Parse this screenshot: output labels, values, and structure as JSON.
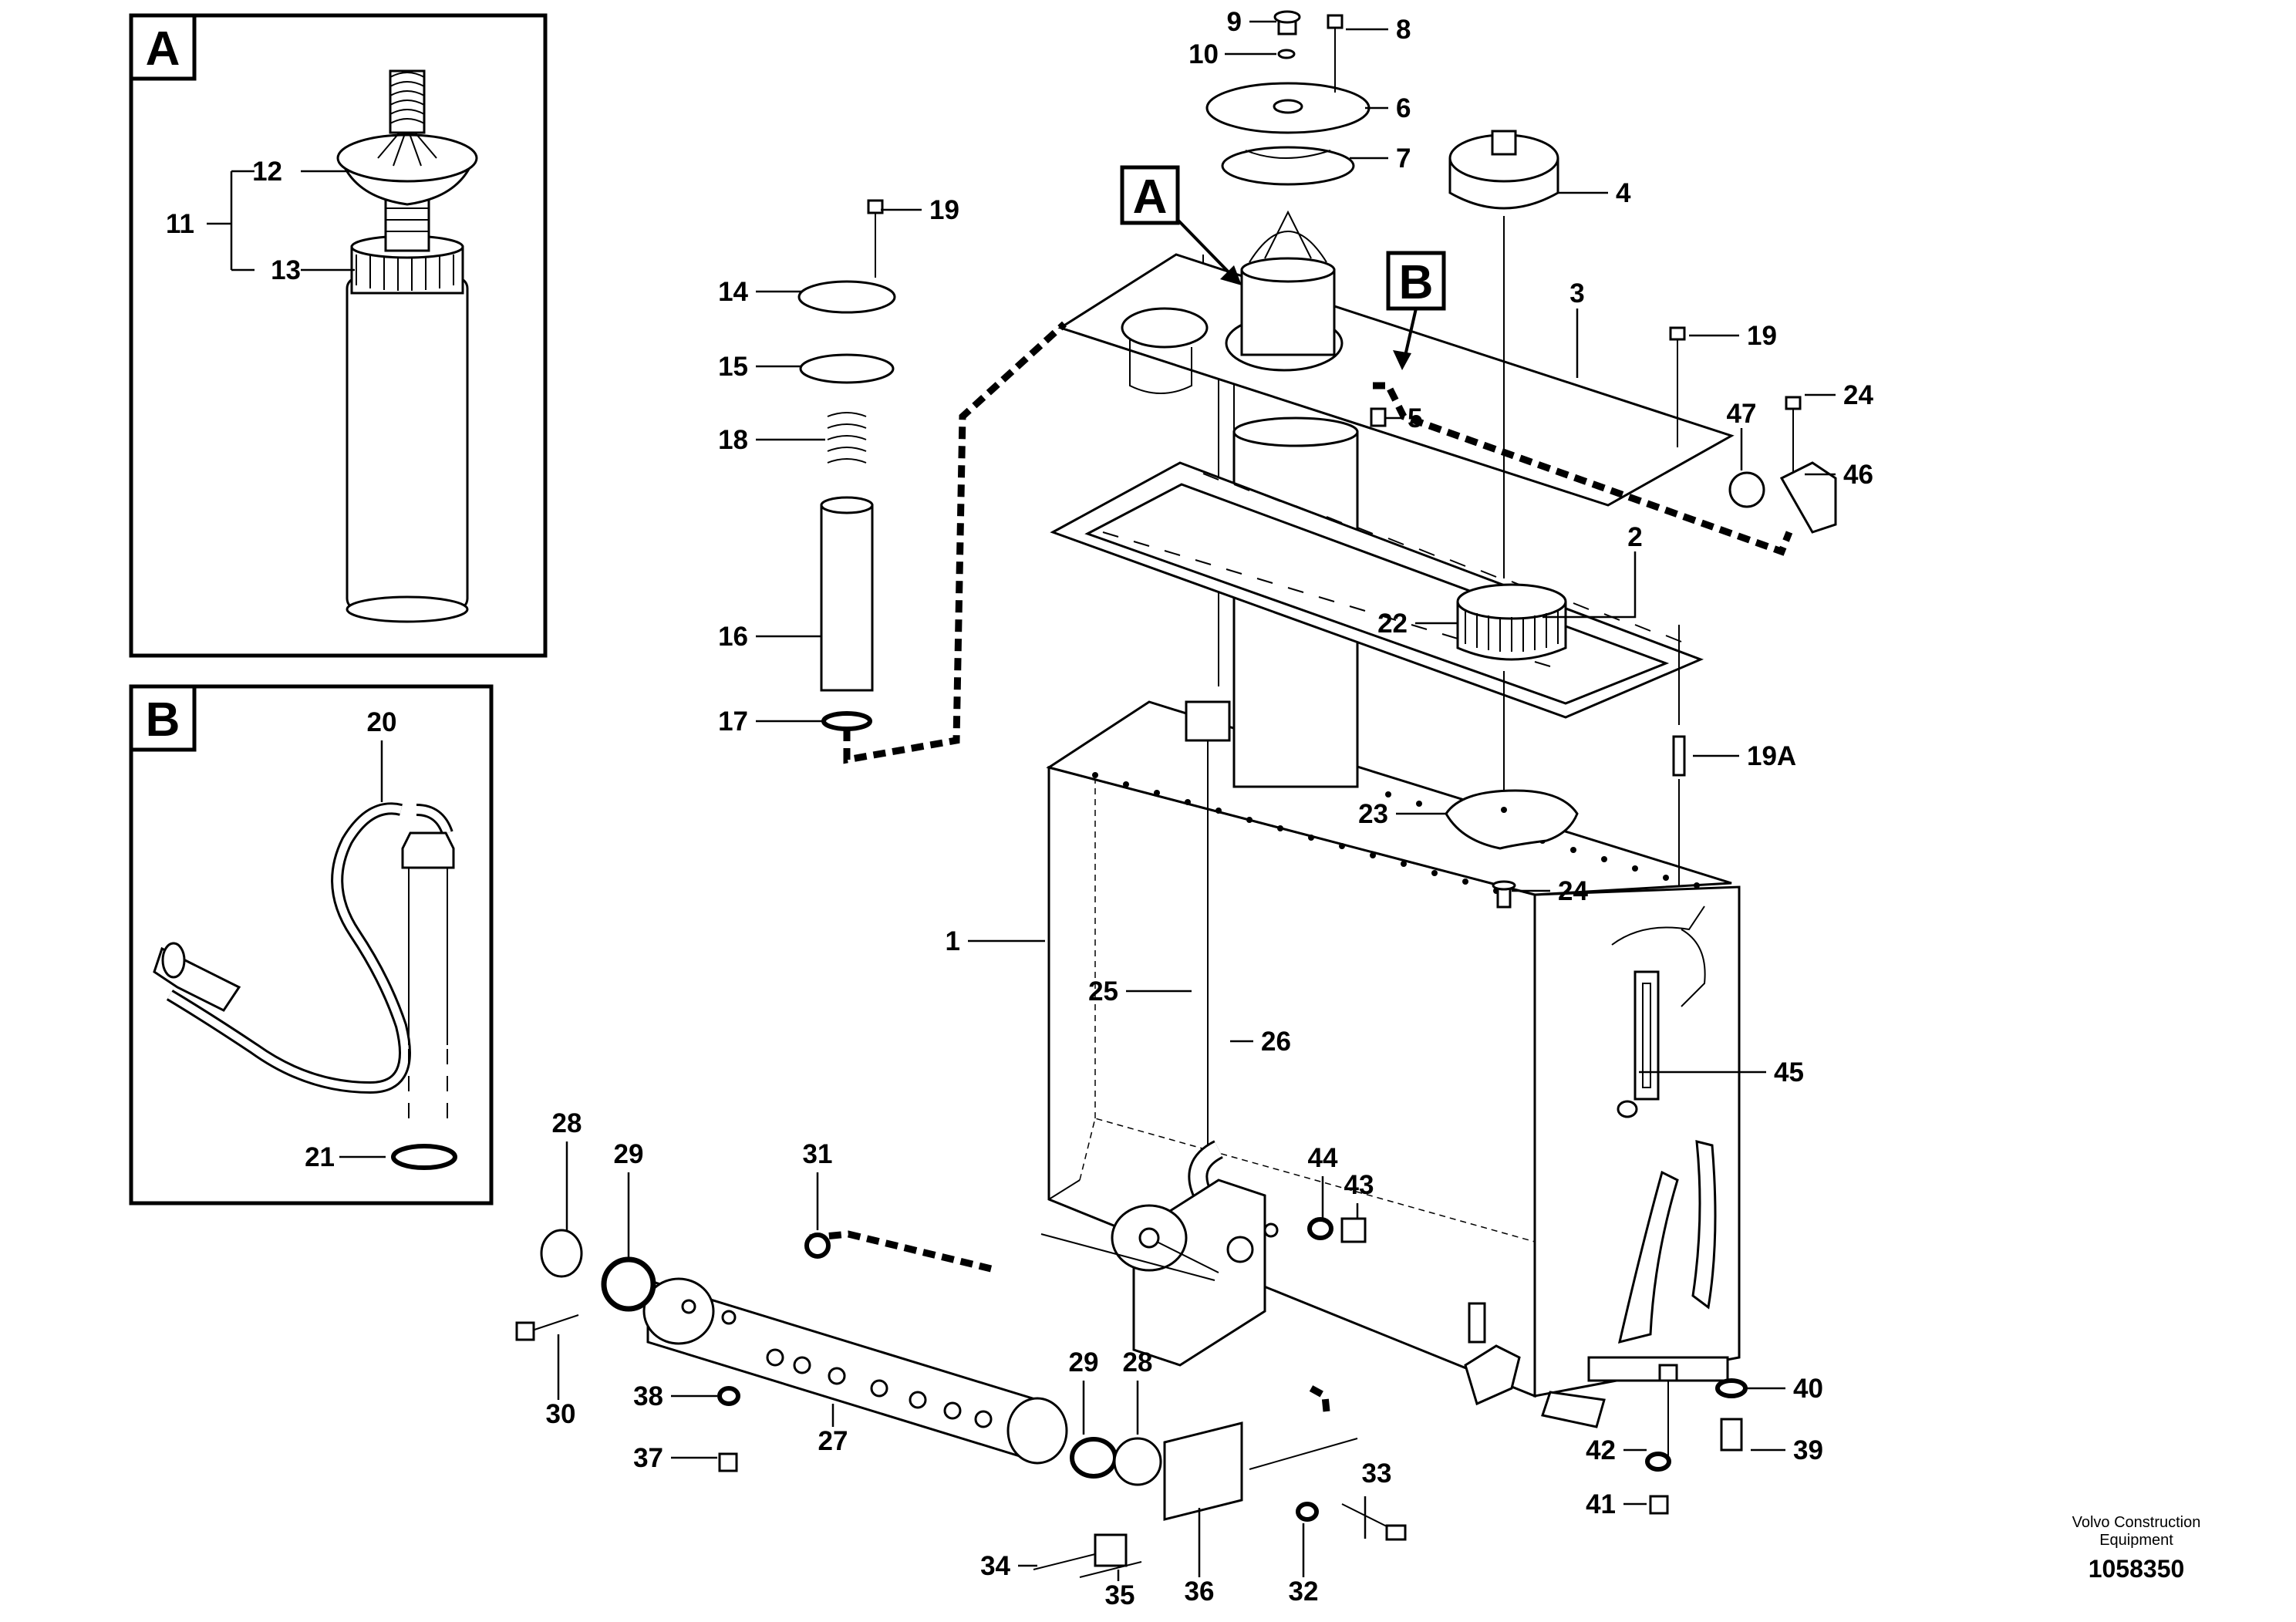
{
  "insets": {
    "a": {
      "title": "A"
    },
    "b": {
      "title": "B"
    }
  },
  "callouts": {
    "a": "A",
    "b": "B"
  },
  "labels": {
    "l1": "1",
    "l2": "2",
    "l3": "3",
    "l4": "4",
    "l5": "5",
    "l6": "6",
    "l7": "7",
    "l8": "8",
    "l9": "9",
    "l10": "10",
    "l11": "11",
    "l12": "12",
    "l13": "13",
    "l14": "14",
    "l15": "15",
    "l16": "16",
    "l17": "17",
    "l18": "18",
    "l19a": "19",
    "l19b": "19",
    "l19A": "19A",
    "l20": "20",
    "l21": "21",
    "l22": "22",
    "l23": "23",
    "l24a": "24",
    "l24b": "24",
    "l25": "25",
    "l26": "26",
    "l27": "27",
    "l28a": "28",
    "l28b": "28",
    "l29a": "29",
    "l29b": "29",
    "l30": "30",
    "l31": "31",
    "l32": "32",
    "l33": "33",
    "l34": "34",
    "l35": "35",
    "l36": "36",
    "l37": "37",
    "l38": "38",
    "l39": "39",
    "l40": "40",
    "l41": "41",
    "l42": "42",
    "l43": "43",
    "l44": "44",
    "l45": "45",
    "l46": "46",
    "l47": "47"
  },
  "credit": {
    "line1": "Volvo Construction",
    "line2": "Equipment"
  },
  "drawing_number": "1058350"
}
